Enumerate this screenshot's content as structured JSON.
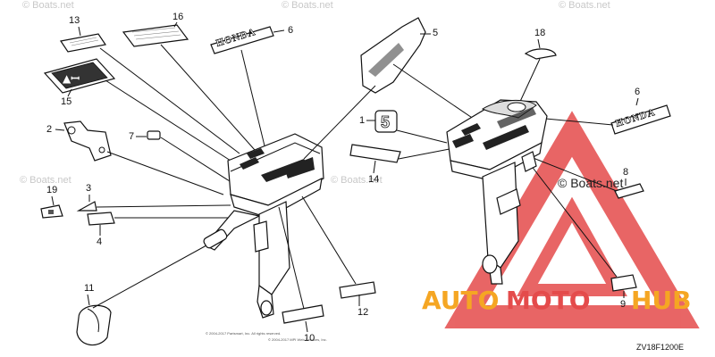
{
  "callouts": {
    "c1": "1",
    "c2": "2",
    "c3": "3",
    "c4": "4",
    "c5": "5",
    "c6a": "6",
    "c6b": "6",
    "c7": "7",
    "c8": "8",
    "c9": "9",
    "c10": "10",
    "c11": "11",
    "c12": "12",
    "c13": "13",
    "c14": "14",
    "c15": "15",
    "c16": "16",
    "c18": "18",
    "c19": "19"
  },
  "labels": {
    "honda_left": "HONDA",
    "honda_right": "HONDA",
    "badge_five": "5",
    "drawing_code": "ZV18F1200E",
    "copyright_line1": "© 2004-2017 Partsmart, Inc. All rights reserved.",
    "copyright_line2": "© 2004-2017 MPI Web Services, Inc."
  },
  "watermarks": {
    "top_left": "© Boats.net",
    "top_center": "© Boats.net",
    "top_right": "© Boats.net",
    "mid_left": "© Boats.net",
    "mid_center": "© Boats.net",
    "overlay": "© Boats.net"
  },
  "logo": {
    "part1": "AUTO",
    "part2": "MOTO",
    "part3": "HUB",
    "triangle_color": "#e44b4b",
    "accent_color": "#f5a623"
  }
}
